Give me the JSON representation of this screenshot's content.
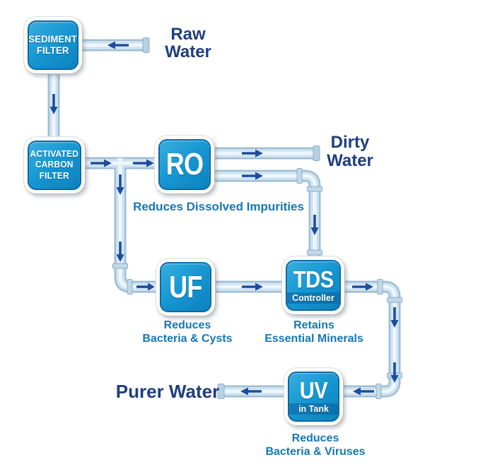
{
  "nodes": [
    {
      "id": "sediment-filter",
      "label": "SEDIMENT\nFILTER"
    },
    {
      "id": "activated-carbon-filter",
      "label": "ACTIVATED\nCARBON\nFILTER"
    },
    {
      "id": "ro",
      "label": "RO",
      "caption": "Reduces Dissolved Impurities"
    },
    {
      "id": "uf",
      "label": "UF",
      "caption": "Reduces\nBacteria & Cysts"
    },
    {
      "id": "tds-controller",
      "label": "TDS",
      "sublabel": "Controller",
      "caption": "Retains\nEssential Minerals"
    },
    {
      "id": "uv-in-tank",
      "label": "UV",
      "sublabel": "in Tank",
      "caption": "Reduces\nBacteria & Viruses"
    }
  ],
  "flow_labels": [
    {
      "id": "raw-water",
      "text": "Raw\nWater"
    },
    {
      "id": "dirty-water",
      "text": "Dirty\nWater"
    },
    {
      "id": "purer-water",
      "text": "Purer Water"
    }
  ],
  "colors": {
    "node_fill": "#1495d0",
    "node_border": "#0a68a5",
    "pipe_light": "#cde2ef",
    "pipe_edge": "#9fbed6",
    "arrow": "#1d4d9b",
    "flow_label_text": "#1e3e7e",
    "caption_text": "#1577b5"
  }
}
